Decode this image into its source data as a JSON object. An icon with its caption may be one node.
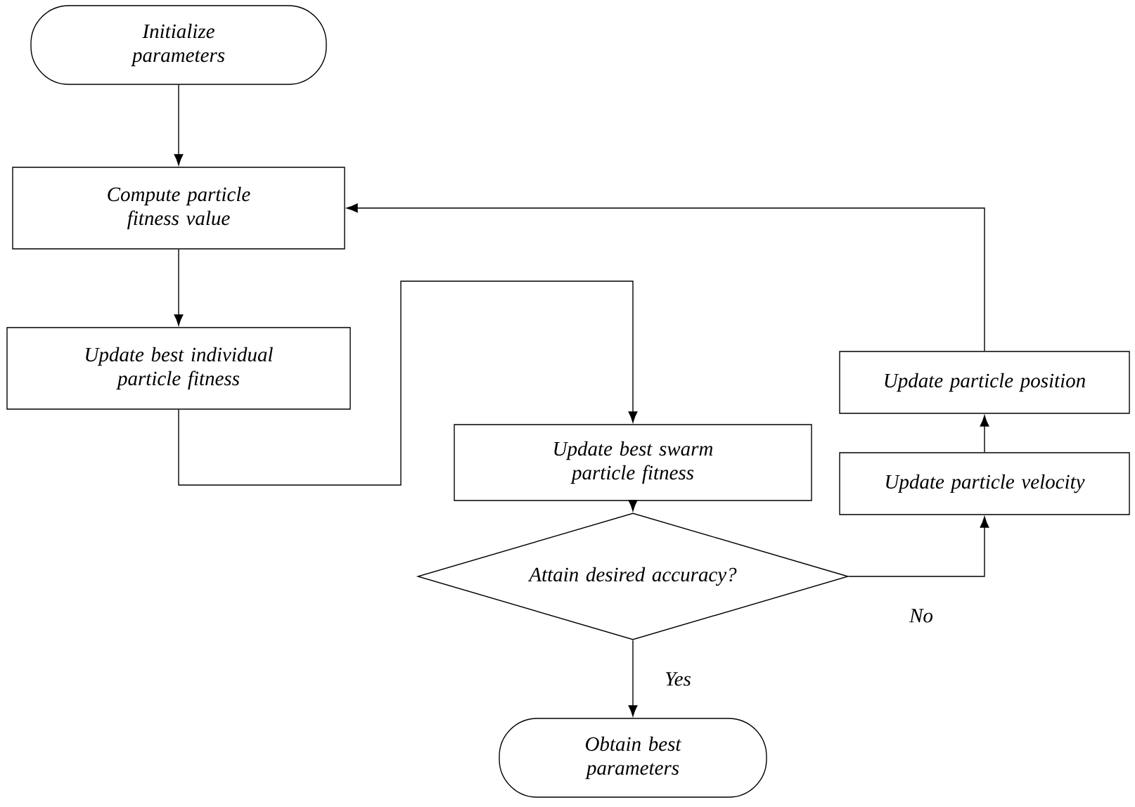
{
  "diagram": {
    "nodes": [
      {
        "text": [
          "Initialize parameters"
        ]
      },
      {
        "text": [
          "Compute particle fitness value"
        ]
      },
      {
        "text": [
          "Update best individual particle fitness"
        ]
      },
      {
        "text": [
          "Update best swarm particle fitness"
        ]
      },
      {
        "text": [
          "Attain desired accuracy?"
        ]
      },
      {
        "text": [
          "Obtain best parameters"
        ]
      },
      {
        "text": [
          "Update particle velocity"
        ]
      },
      {
        "text": [
          "Update particle position"
        ]
      }
    ],
    "edges": [
      {
        "from": 0,
        "to": 1,
        "arrow": "to"
      },
      {
        "from": 1,
        "to": 2,
        "arrow": "to"
      },
      {
        "from": 2,
        "to": 3,
        "arrow": "to"
      },
      {
        "from": 3,
        "to": 4,
        "arrow": "to"
      },
      {
        "from": 4,
        "to": 5,
        "arrow": "to",
        "label": "Yes"
      },
      {
        "from": 4,
        "to": 6,
        "arrow": "to",
        "label": "No"
      },
      {
        "from": 6,
        "to": 7,
        "arrow": "to"
      },
      {
        "from": 7,
        "to": 1,
        "arrow": "to"
      }
    ]
  }
}
